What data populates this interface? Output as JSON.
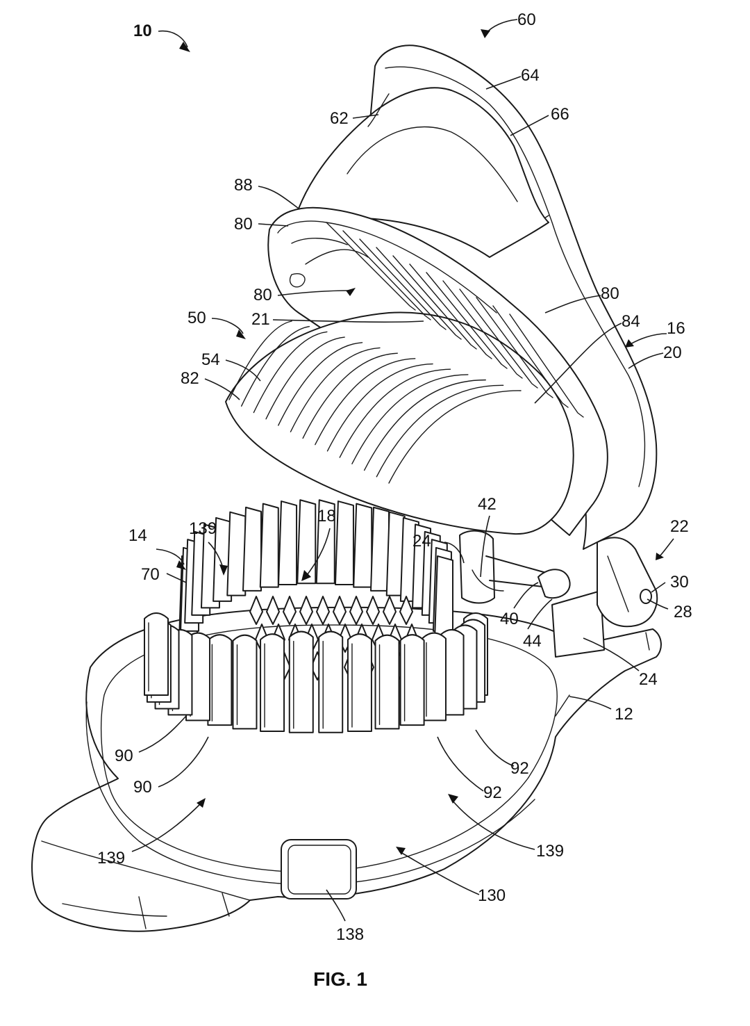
{
  "figure": {
    "caption": "FIG. 1",
    "reference_numerals": {
      "overall": "10",
      "lid_assembly": "60",
      "lid_opening": "62",
      "lid_top": "64",
      "lid_rim": "66",
      "rib_88": "88",
      "rib_80": "80",
      "rib_21": "21",
      "cutter_head": "50",
      "dome": "54",
      "dome_groove": "82",
      "pusher_84": "84",
      "arm_16": "16",
      "arm_20": "20",
      "hinge_22": "22",
      "pin_30": "30",
      "pin_28": "28",
      "post_24": "24",
      "pivot_42": "42",
      "axle_40": "40",
      "bracket_44": "44",
      "base_12": "12",
      "cradle_14": "14",
      "center_18": "18",
      "blade_139": "139",
      "tooth_70": "70",
      "blade_90": "90",
      "blade_92": "92",
      "tray_130": "130",
      "latch_138": "138"
    }
  }
}
